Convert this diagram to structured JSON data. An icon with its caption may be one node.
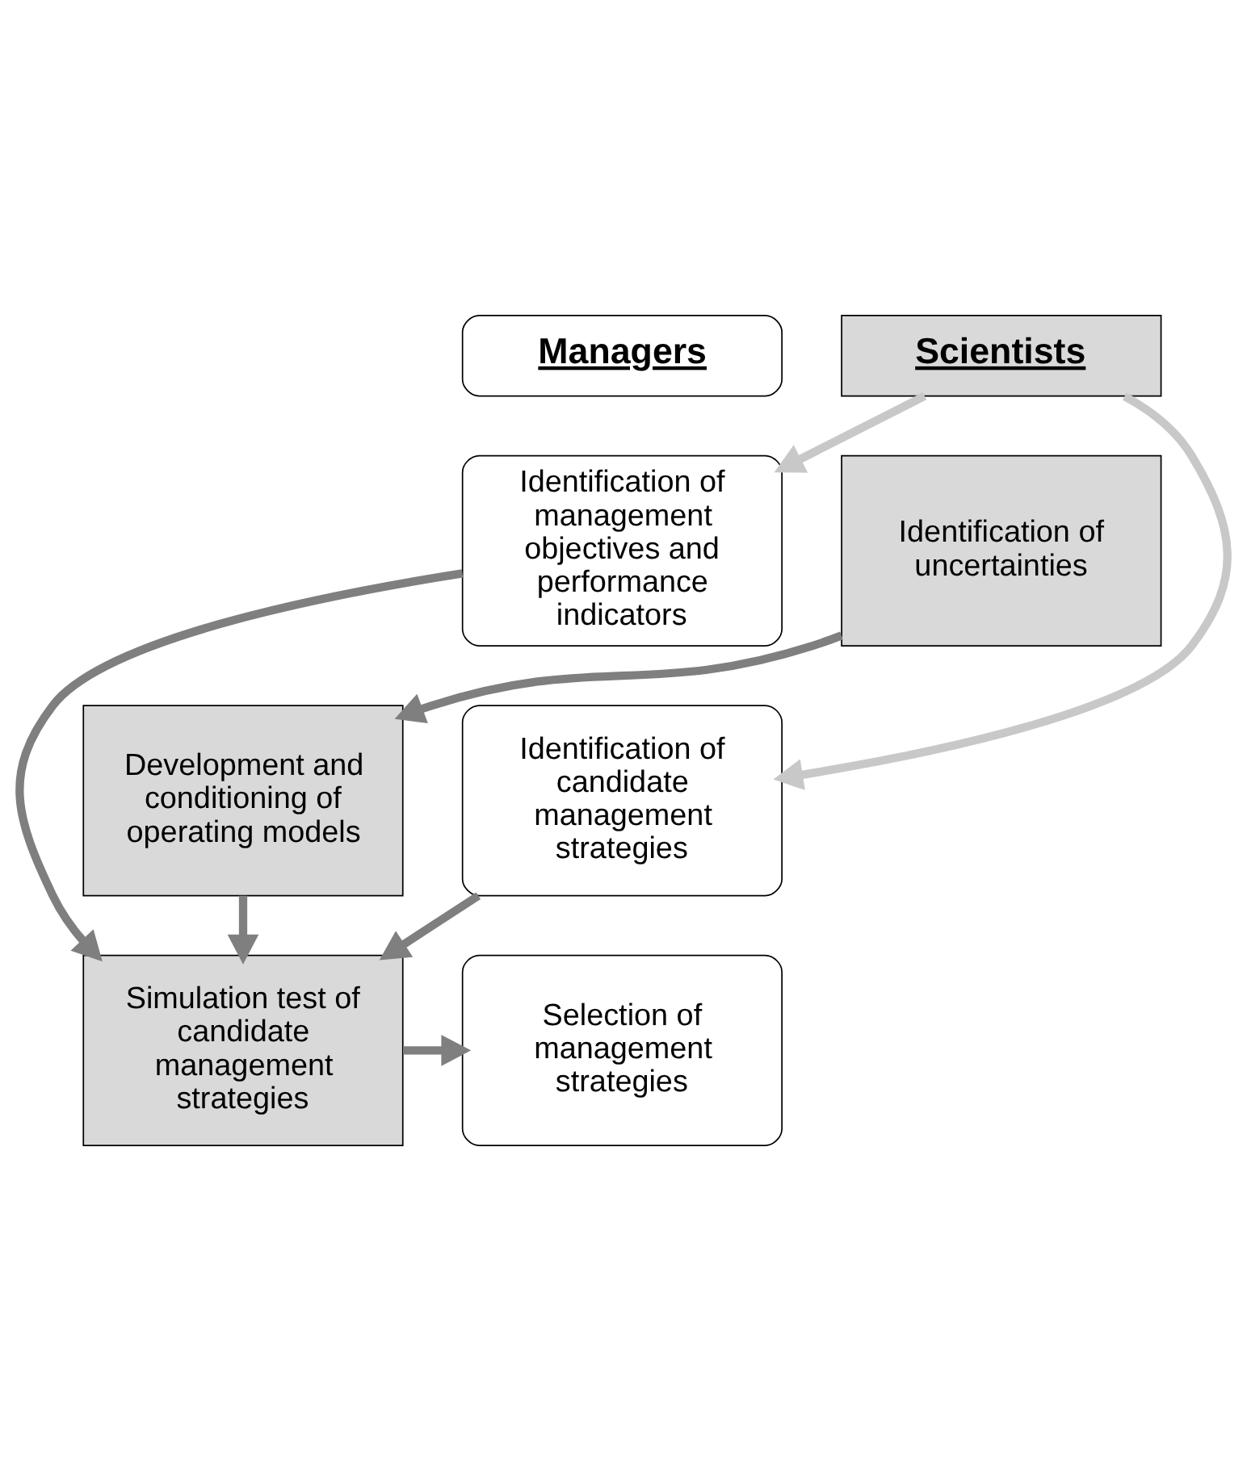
{
  "diagram": {
    "nodes": [
      {
        "text": [
          "Scientists"
        ]
      },
      {
        "text": [
          "Managers"
        ]
      },
      {
        "text": [
          "Identification of uncertainties"
        ]
      },
      {
        "text": [
          "Identification of management objectives and performance indicators"
        ]
      },
      {
        "text": [
          "Development and conditioning of operating models"
        ]
      },
      {
        "text": [
          "Identification of candidate management strategies"
        ]
      },
      {
        "text": [
          "Simulation test of candidate management strategies"
        ]
      },
      {
        "text": [
          "Selection of management strategies"
        ]
      }
    ],
    "edges": [
      {
        "from": 0,
        "to": 3,
        "arrow": "to",
        "color": "#c8c8c8"
      },
      {
        "from": 0,
        "to": 5,
        "arrow": "to",
        "color": "#c8c8c8"
      },
      {
        "from": 2,
        "to": 4,
        "arrow": "to"
      },
      {
        "from": 4,
        "to": 6,
        "arrow": "to"
      },
      {
        "from": 3,
        "to": 6,
        "arrow": "to"
      },
      {
        "from": 5,
        "to": 6,
        "arrow": "to"
      },
      {
        "from": 6,
        "to": 7,
        "arrow": "to"
      }
    ]
  }
}
